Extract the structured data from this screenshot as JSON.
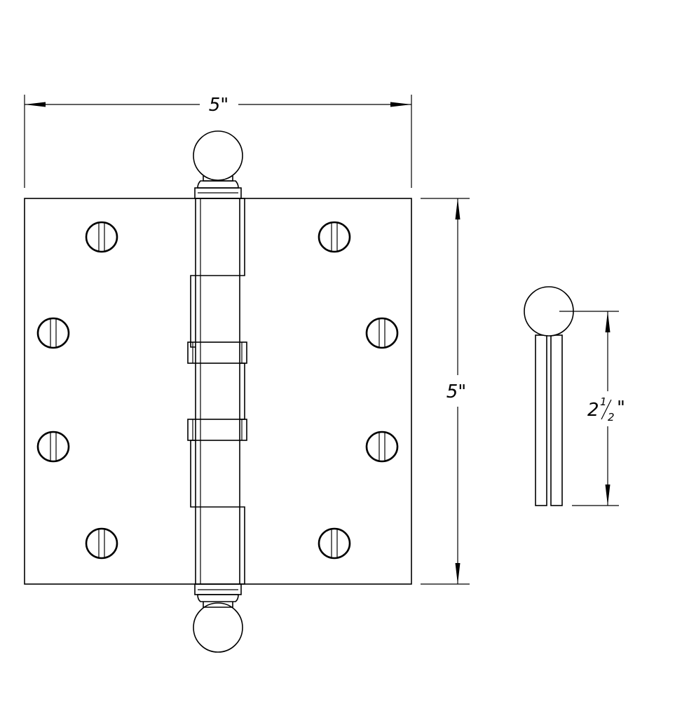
{
  "dimensions": {
    "width_label": "5\"",
    "height_label": "5\"",
    "depth_label_whole": "2",
    "depth_label_numerator": "1",
    "depth_label_denominator": "2",
    "depth_label_inch_mark": "\""
  }
}
